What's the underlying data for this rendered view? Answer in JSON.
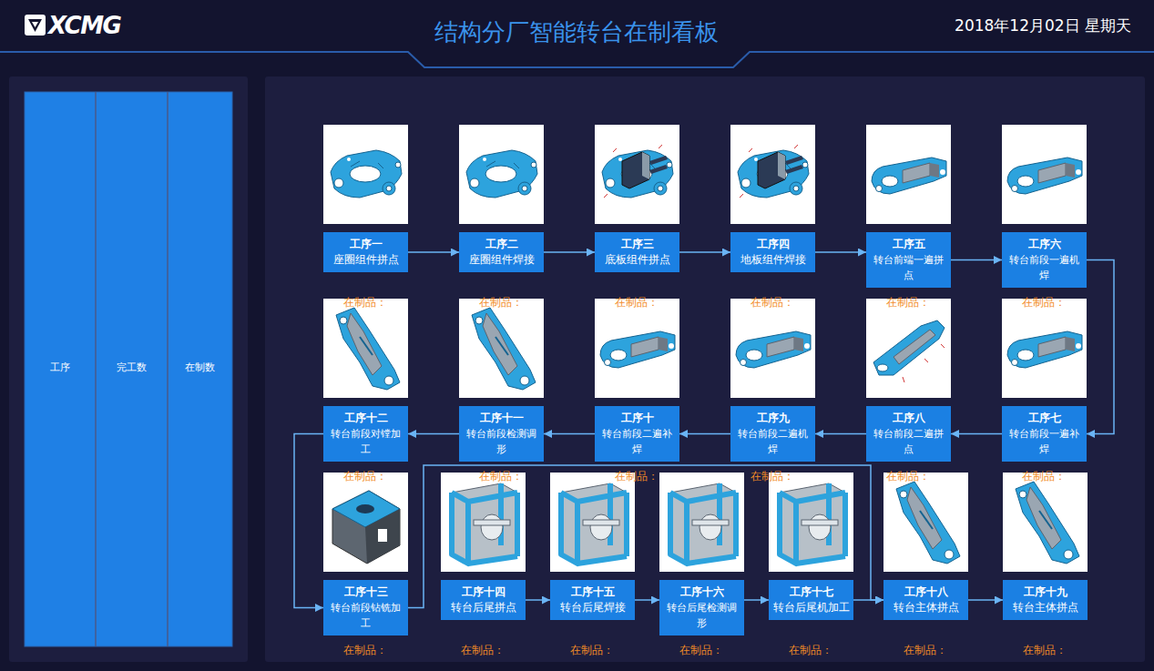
{
  "diagram": {
    "title": "结构分厂智能转台在制看板",
    "nodes": [
      {
        "text": [
          "工序一",
          "座圈组件拼点"
        ]
      },
      {
        "text": [
          "工序二",
          "座圈组件焊接"
        ]
      },
      {
        "text": [
          "工序三",
          "底板组件拼点"
        ]
      },
      {
        "text": [
          "工序四",
          "地板组件焊接"
        ]
      },
      {
        "text": [
          "工序五",
          "转台前端一遍拼点"
        ]
      },
      {
        "text": [
          "工序六",
          "转台前段一遍机焊"
        ]
      },
      {
        "text": [
          "工序七",
          "转台前段一遍补焊"
        ]
      },
      {
        "text": [
          "工序八",
          "转台前段二遍拼点"
        ]
      },
      {
        "text": [
          "工序九",
          "转台前段二遍机焊"
        ]
      },
      {
        "text": [
          "工序十",
          "转台前段二遍补焊"
        ]
      },
      {
        "text": [
          "工序十一",
          "转台前段检测调形"
        ]
      },
      {
        "text": [
          "工序十二",
          "转台前段对镗加工"
        ]
      },
      {
        "text": [
          "工序十三",
          "转台前段钻铣加工"
        ]
      },
      {
        "text": [
          "工序十四",
          "转台后尾拼点"
        ]
      },
      {
        "text": [
          "工序十五",
          "转台后尾焊接"
        ]
      },
      {
        "text": [
          "工序十六",
          "转台后尾检测调形"
        ]
      },
      {
        "text": [
          "工序十七",
          "转台后尾机加工"
        ]
      },
      {
        "text": [
          "工序十八",
          "转台主体拼点"
        ]
      },
      {
        "text": [
          "工序十九",
          "转台主体拼点"
        ]
      }
    ],
    "edges": [
      {
        "from": 0,
        "to": 1,
        "arrow": "to"
      },
      {
        "from": 1,
        "to": 2,
        "arrow": "to"
      },
      {
        "from": 2,
        "to": 3,
        "arrow": "to"
      },
      {
        "from": 3,
        "to": 4,
        "arrow": "to"
      },
      {
        "from": 4,
        "to": 5,
        "arrow": "to"
      },
      {
        "from": 5,
        "to": 6,
        "arrow": "to"
      },
      {
        "from": 6,
        "to": 7,
        "arrow": "to"
      },
      {
        "from": 7,
        "to": 8,
        "arrow": "to"
      },
      {
        "from": 8,
        "to": 9,
        "arrow": "to"
      },
      {
        "from": 9,
        "to": 10,
        "arrow": "to"
      },
      {
        "from": 10,
        "to": 11,
        "arrow": "to"
      },
      {
        "from": 11,
        "to": 12,
        "arrow": "to"
      },
      {
        "from": 12,
        "to": 17,
        "arrow": "to"
      },
      {
        "from": 13,
        "to": 14,
        "arrow": "to"
      },
      {
        "from": 14,
        "to": 15,
        "arrow": "to"
      },
      {
        "from": 15,
        "to": 16,
        "arrow": "to"
      },
      {
        "from": 16,
        "to": 17,
        "arrow": "to"
      },
      {
        "from": 17,
        "to": 18,
        "arrow": "to"
      }
    ],
    "labels": [
      "XCMG",
      "2018年12月02日 星期天",
      "工序",
      "完工数",
      "在制数",
      "在制品：",
      "在制品：",
      "在制品：",
      "在制品：",
      "在制品：",
      "在制品：",
      "在制品：",
      "在制品：",
      "在制品：",
      "在制品：",
      "在制品：",
      "在制品：",
      "在制品：",
      "在制品：",
      "在制品：",
      "在制品：",
      "在制品：",
      "在制品：",
      "在制品："
    ]
  }
}
